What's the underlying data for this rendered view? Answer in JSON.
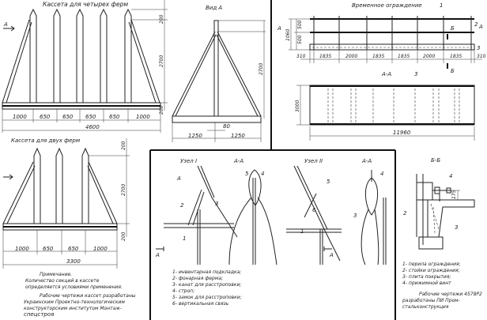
{
  "cassette_four": {
    "title": "Кассета для четырех ферм",
    "view_marker": "А",
    "dims_bottom": [
      "1000",
      "650",
      "650",
      "650",
      "650",
      "1000"
    ],
    "total": "4600",
    "dims_vertical": [
      "200",
      "2700",
      "200"
    ]
  },
  "view_a": {
    "title": "Вид А",
    "dims": [
      "1250",
      "1250"
    ],
    "gap": "80",
    "height": "2700"
  },
  "temp_fence": {
    "title": "Временное ограждение",
    "callouts": [
      "1",
      "2",
      "3"
    ],
    "dims_horizontal": [
      "310",
      "1835",
      "2000",
      "1835",
      "1835",
      "2000",
      "1835",
      "310"
    ],
    "dims_vertical": [
      "1060",
      "500",
      "500"
    ],
    "section_marker_a": "А",
    "section_marker_b": "Б"
  },
  "section_aa": {
    "title": "А-А",
    "callout": "3",
    "height": "3000",
    "length": "11960"
  },
  "cassette_two": {
    "title": "Кассета для двух ферм",
    "dims_bottom": [
      "1000",
      "650",
      "650",
      "1000"
    ],
    "total": "3300",
    "dims_vertical": [
      "200",
      "2700",
      "200"
    ]
  },
  "note": {
    "heading": "Примечание.",
    "line1": "Количество секций в кассете",
    "line2": "определяется условиями применения.",
    "line3": "Рабочие чертежи кассет разработаны",
    "line4": "Украинским Проектно-технологическим",
    "line5": "конструкторским институтом Монтаж-",
    "line6": "спецстроя"
  },
  "nodes": {
    "node1": "Узел I",
    "aa1": "А-А",
    "node2": "Узел II",
    "aa2": "А-А",
    "marker": "А",
    "legend": [
      "1- инвентарная подкладка;",
      "2- фонарная ферма;",
      "3- канат для расстроповки;",
      "4- строп;",
      "5- замок для расстроповки;",
      "6- вертикальная связь"
    ],
    "callouts": [
      "1",
      "2",
      "3",
      "4",
      "5",
      "6"
    ]
  },
  "section_bb": {
    "title": "Б-Б",
    "dim": "175",
    "callouts": [
      "2",
      "3",
      "4"
    ],
    "legend": [
      "1- перила ограждения;",
      "2- стойки ограждения;",
      "3- плита покрытия;",
      "4- прижимной винт"
    ],
    "note1": "Рабочие чертежи 4578Р2",
    "note2": "разработаны ПИ Пром-",
    "note3": "стальконструкция"
  }
}
